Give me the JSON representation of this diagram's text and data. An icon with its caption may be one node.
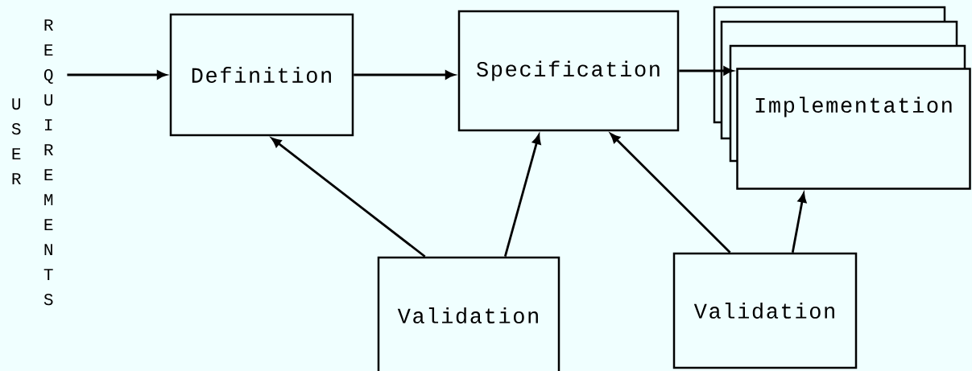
{
  "diagram": {
    "nodes": [
      {
        "text": [
          "USER",
          "REQUIREMENTS"
        ]
      },
      {
        "text": [
          "Definition"
        ]
      },
      {
        "text": [
          "Specification"
        ]
      },
      {
        "text": [
          "Implementation"
        ]
      },
      {
        "text": [
          "Validation"
        ]
      },
      {
        "text": [
          "Validation"
        ]
      }
    ],
    "edges": [
      {
        "from": 0,
        "to": 1,
        "arrow": "to"
      },
      {
        "from": 1,
        "to": 2,
        "arrow": "to"
      },
      {
        "from": 2,
        "to": 3,
        "arrow": "to"
      },
      {
        "from": 4,
        "to": 1,
        "arrow": "to"
      },
      {
        "from": 4,
        "to": 2,
        "arrow": "to"
      },
      {
        "from": 5,
        "to": 2,
        "arrow": "to"
      },
      {
        "from": 5,
        "to": 3,
        "arrow": "to"
      }
    ]
  }
}
